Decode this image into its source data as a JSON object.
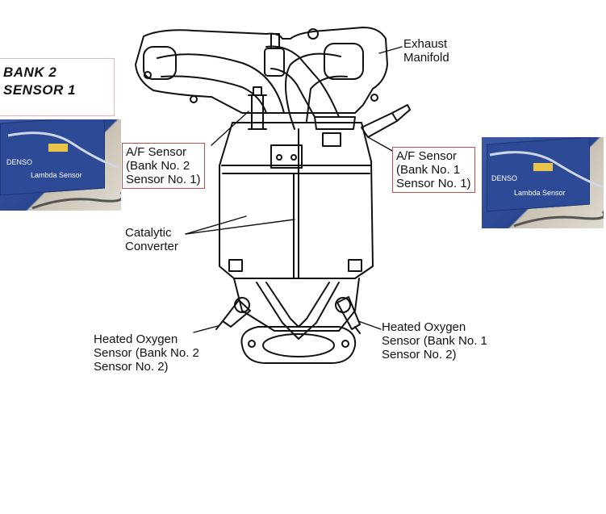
{
  "title_box": {
    "text": "BANK 2\nSENSOR 1"
  },
  "labels": {
    "exhaust_manifold": "Exhaust\nManifold",
    "af_sensor_bank2": "A/F Sensor\n(Bank No. 2\nSensor No. 1)",
    "af_sensor_bank1": "A/F Sensor\n(Bank No. 1\nSensor No. 1)",
    "catalytic_converter": "Catalytic\nConverter",
    "heated_oxygen_bank2": "Heated Oxygen\nSensor (Bank No. 2\nSensor No. 2)",
    "heated_oxygen_bank1": "Heated Oxygen\nSensor (Bank No. 1\nSensor No. 2)"
  },
  "photos": {
    "left": {
      "brand": "DENSO",
      "product": "Lambda Sensor"
    },
    "right": {
      "brand": "DENSO",
      "product": "Lambda Sensor"
    }
  },
  "colors": {
    "label_border": "#c0504d",
    "photo_box": "#2d4a96",
    "line": "#111111"
  }
}
